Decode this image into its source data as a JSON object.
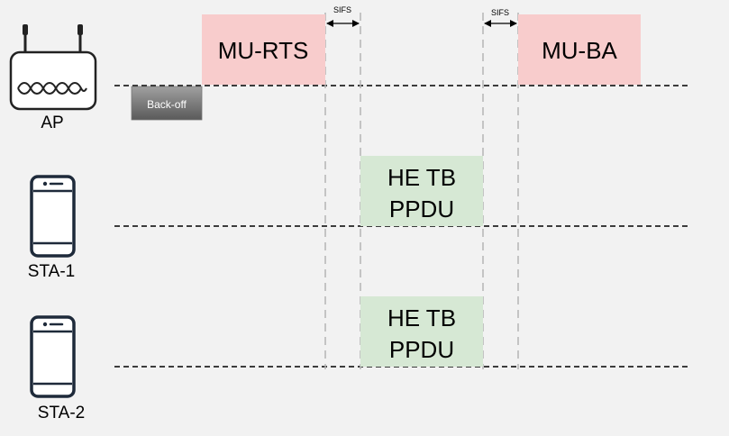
{
  "nodes": {
    "ap": "AP",
    "sta1": "STA-1",
    "sta2": "STA-2"
  },
  "frames": {
    "mu_rts": "MU-RTS",
    "mu_ba": "MU-BA",
    "backoff": "Back-off",
    "sta1_ppdu": [
      "HE TB",
      "PPDU"
    ],
    "sta2_ppdu": [
      "HE TB",
      "PPDU"
    ]
  },
  "sifs": [
    "SIFS",
    "SIFS"
  ],
  "colors": {
    "mu_frame": "#f8cccc",
    "ppdu": "#d6e8d4",
    "backoff_top": "#9a9a9a",
    "backoff_bottom": "#5e5e5e"
  },
  "icons": {
    "ap": "router-icon",
    "sta1": "smartphone-icon",
    "sta2": "smartphone-icon"
  }
}
